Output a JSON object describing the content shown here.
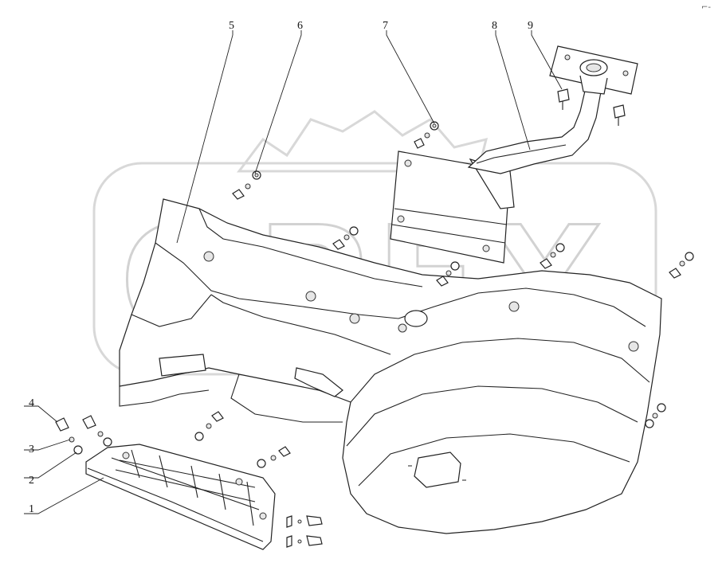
{
  "watermark": {
    "text": "OPEX"
  },
  "corner_mark": "⌐-",
  "callouts": [
    {
      "id": "1",
      "label": "1"
    },
    {
      "id": "2",
      "label": "2"
    },
    {
      "id": "3",
      "label": "3"
    },
    {
      "id": "4",
      "label": "4"
    },
    {
      "id": "5",
      "label": "5"
    },
    {
      "id": "6",
      "label": "6"
    },
    {
      "id": "7",
      "label": "7"
    },
    {
      "id": "8",
      "label": "8"
    },
    {
      "id": "9",
      "label": "9"
    }
  ]
}
